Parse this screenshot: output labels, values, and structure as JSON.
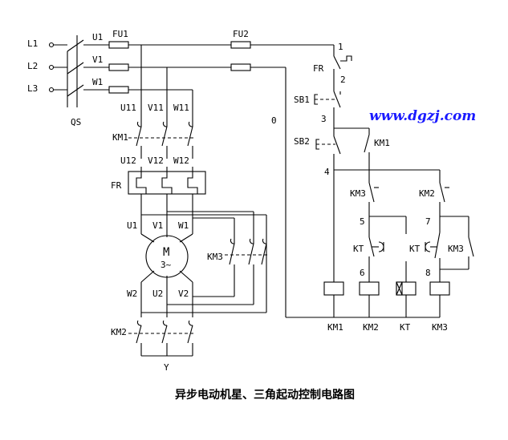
{
  "caption": "异步电动机星、三角起动控制电路图",
  "watermark": "www.dgzj.com",
  "supply": {
    "l1": "L1",
    "l2": "L2",
    "l3": "L3",
    "switch": "QS"
  },
  "fuses": {
    "fu1": "FU1",
    "fu2": "FU2"
  },
  "phases": {
    "u1": "U1",
    "v1": "V1",
    "w1": "W1"
  },
  "terminals": {
    "u11": "U11",
    "v11": "V11",
    "w11": "W11",
    "u12": "U12",
    "v12": "V12",
    "w12": "W12",
    "mu1": "U1",
    "mv1": "V1",
    "mw1": "W1",
    "w2": "W2",
    "u2": "U2",
    "v2": "V2"
  },
  "motor": {
    "symbol": "M",
    "spec": "3~"
  },
  "power_devices": {
    "km1": "KM1",
    "fr": "FR",
    "km3": "KM3",
    "km2": "KM2",
    "star": "Y"
  },
  "control": {
    "fr": "FR",
    "sb1": "SB1",
    "sb2": "SB2",
    "km1_hold": "KM1",
    "neutral": "0",
    "km3_nc": "KM3",
    "km2_nc": "KM2",
    "kt_nc": "KT",
    "kt_no": "KT",
    "km3_no": "KM3",
    "nodes": [
      "1",
      "2",
      "3",
      "4",
      "5",
      "6",
      "7",
      "8"
    ]
  },
  "coils": [
    "KM1",
    "KM2",
    "KT",
    "KM3"
  ]
}
